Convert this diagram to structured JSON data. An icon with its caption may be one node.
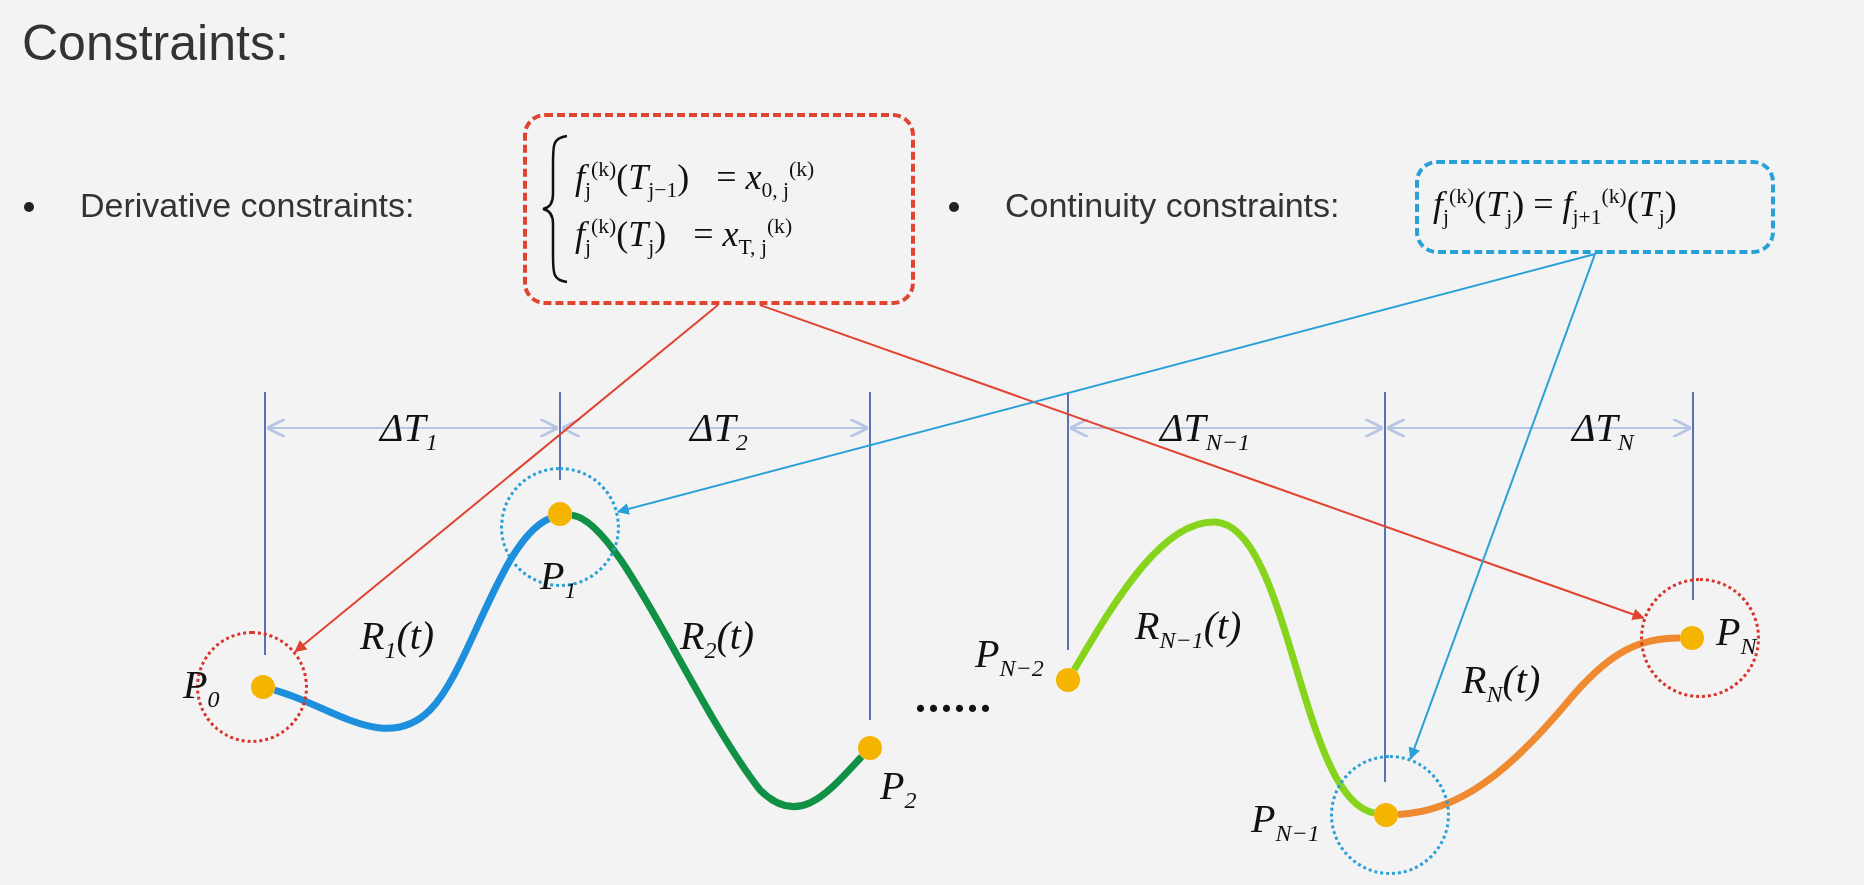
{
  "diagram": {
    "title": "Constraints:",
    "nodes": [
      {
        "text": [
          "*f*$_{j}$$^{(k)}$(*T*$_{j−1}$)   = *x*$_{0, j}$$^{(k)}$",
          "*f*$_{j}$$^{(k)}$(*T*$_{j}$)   = *x*$_{T, j}$$^{(k)}$"
        ]
      },
      {
        "text": [
          "*f*$_{j}$$^{(k)}$(*T*$_{j}$) = *f*$_{j+1}$$^{(k)}$(*T*$_{j}$)"
        ]
      },
      {
        "text": [],
        "shape": "circle"
      },
      {
        "text": [],
        "shape": "circle"
      },
      {
        "text": [],
        "shape": "circle"
      },
      {
        "text": [],
        "shape": "circle"
      },
      {
        "text": [],
        "shape": "circle",
        "in": 2,
        "beside": [
          "P$_{0}$"
        ]
      },
      {
        "text": [],
        "shape": "circle",
        "in": 3,
        "beside": [
          "P$_{1}$"
        ]
      },
      {
        "text": [],
        "shape": "circle",
        "beside": [
          "P$_{2}$"
        ]
      },
      {
        "text": [],
        "shape": "circle",
        "beside": [
          "P$_{N−2}$"
        ]
      },
      {
        "text": [],
        "shape": "circle",
        "in": 4,
        "beside": [
          "P$_{N−1}$"
        ]
      },
      {
        "text": [],
        "shape": "circle",
        "in": 5,
        "beside": [
          "P$_{N}$"
        ]
      }
    ],
    "edges": [
      {
        "from": 0,
        "to": 2,
        "arrow": "to",
        "color": "#e0432f"
      },
      {
        "from": 0,
        "to": 5,
        "arrow": "to",
        "color": "#e0432f"
      },
      {
        "from": 1,
        "to": 3,
        "arrow": "to",
        "color": "#2aa0d8"
      },
      {
        "from": 1,
        "to": 4,
        "arrow": "to",
        "color": "#2aa0d8"
      },
      {
        "from": 6,
        "to": 7,
        "arrow": "none",
        "style": "thick",
        "color": "#1e8fdc"
      },
      {
        "from": 7,
        "to": 8,
        "arrow": "none",
        "style": "thick",
        "color": "#119146"
      },
      {
        "from": 9,
        "to": 10,
        "arrow": "none",
        "style": "thick",
        "color": "#86d41c"
      },
      {
        "from": 10,
        "to": 11,
        "arrow": "none",
        "style": "thick",
        "color": "#f08a30"
      }
    ],
    "labels": [
      "Derivative constraints:",
      "Continuity constraints:",
      "ΔT$_{1}$",
      "ΔT$_{2}$",
      "ΔT$_{N−1}$",
      "ΔT$_{N}$",
      "R$_{1}$(t)",
      "R$_{2}$(t)",
      "......",
      "R$_{N−1}$(t)",
      "R$_{N}$(t)"
    ]
  }
}
